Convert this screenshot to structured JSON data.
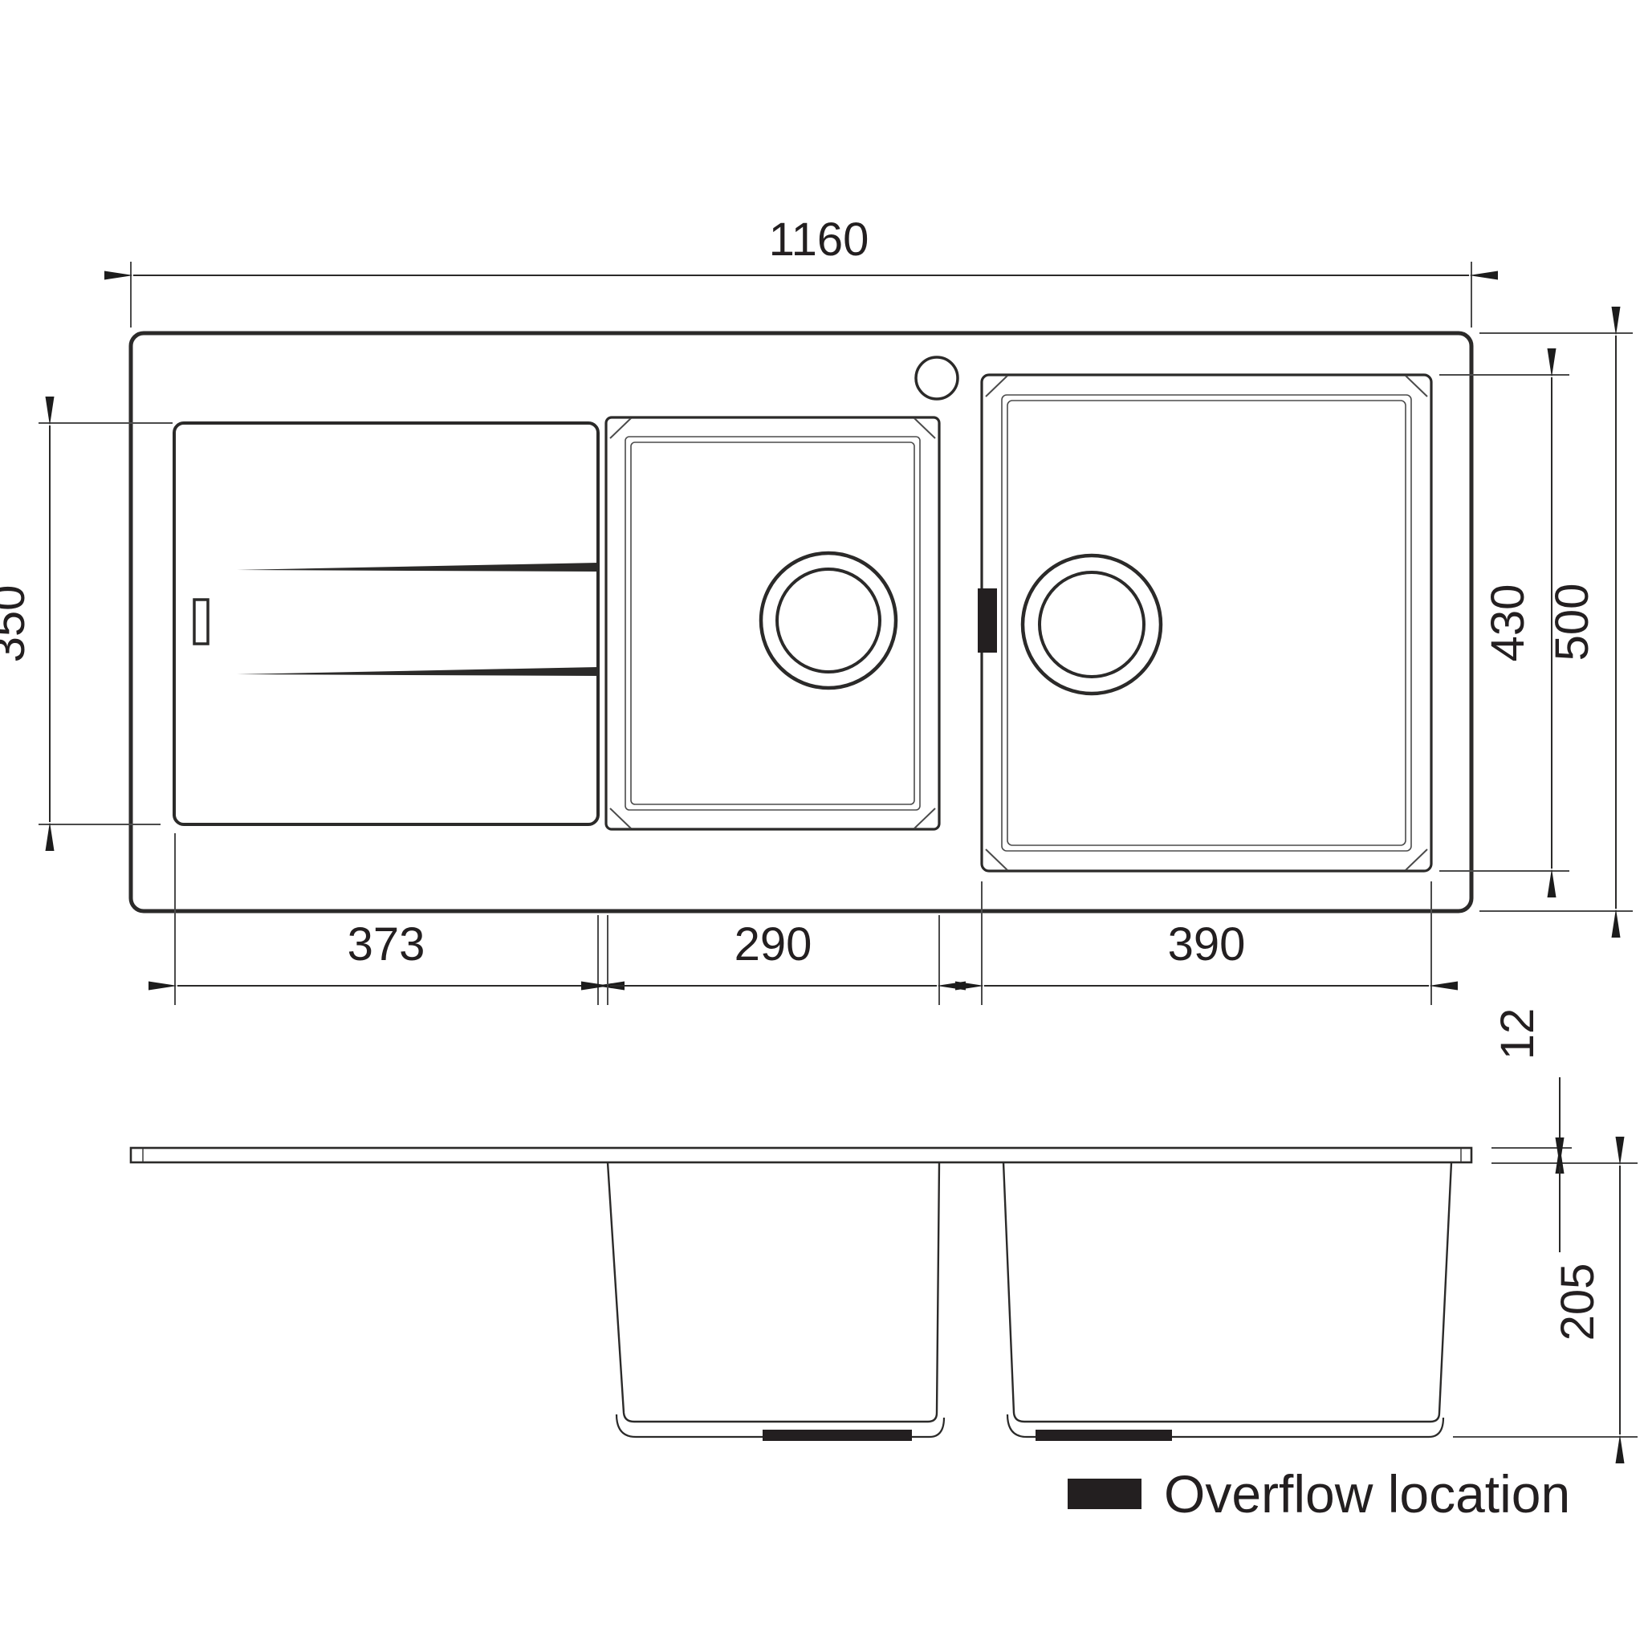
{
  "page": {
    "background": "#ffffff",
    "line_color": "#2b2a29",
    "text_color": "#231f20"
  },
  "top_view": {
    "overall_width_label": "1160",
    "drainer_depth_label": "350",
    "drainer_width_label": "373",
    "middle_bowl_width_label": "290",
    "right_bowl_width_label": "390",
    "right_bowl_depth_label": "430",
    "overall_depth_label": "500"
  },
  "side_view": {
    "rim_thickness_label": "12",
    "bowl_depth_label": "205"
  },
  "legend": {
    "swatch_color": "#231f20",
    "label": "Overflow location"
  }
}
